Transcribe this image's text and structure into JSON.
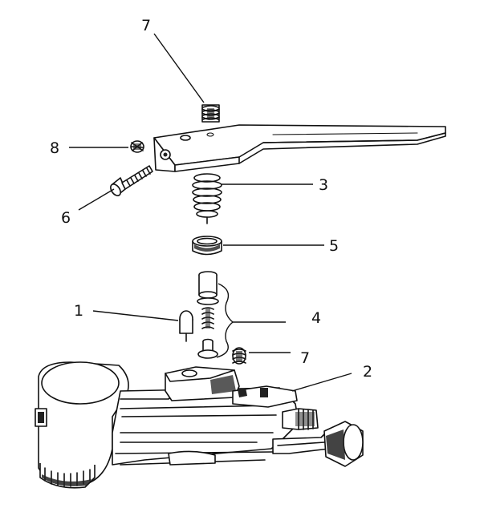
{
  "diagram": {
    "callouts": [
      {
        "id": "part-7-top",
        "label": "7"
      },
      {
        "id": "part-8",
        "label": "8"
      },
      {
        "id": "part-6",
        "label": "6"
      },
      {
        "id": "part-3",
        "label": "3"
      },
      {
        "id": "part-5",
        "label": "5"
      },
      {
        "id": "part-1",
        "label": "1"
      },
      {
        "id": "part-4",
        "label": "4"
      },
      {
        "id": "part-7-bottom",
        "label": "7"
      },
      {
        "id": "part-2",
        "label": "2"
      }
    ]
  }
}
